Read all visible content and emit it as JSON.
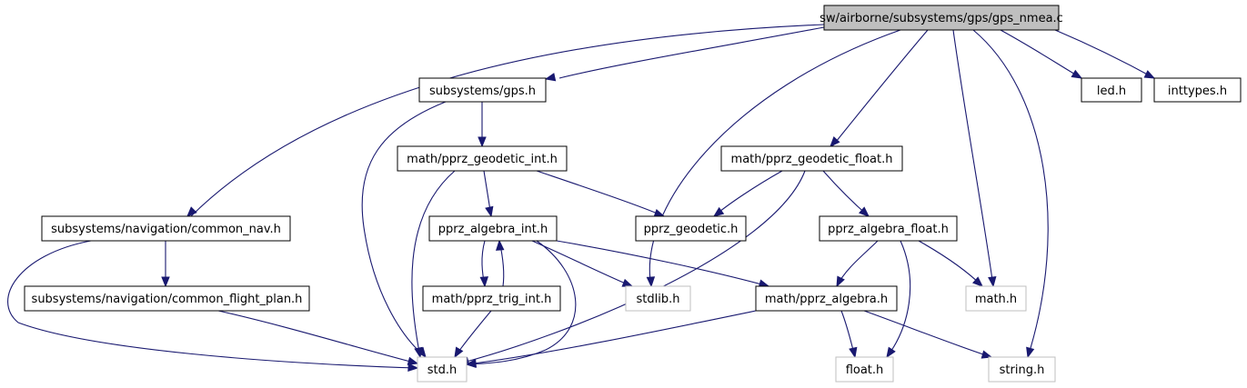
{
  "colors": {
    "edge": "#191970",
    "root_fill": "#bfbfbf",
    "node_border": "#000000",
    "system_border": "#bfbfbf",
    "background": "#ffffff"
  },
  "nodes": {
    "gps_nmea": "sw/airborne/subsystems/gps/gps_nmea.c",
    "gps_h": "subsystems/gps.h",
    "led_h": "led.h",
    "inttypes_h": "inttypes.h",
    "geodetic_int": "math/pprz_geodetic_int.h",
    "geodetic_float": "math/pprz_geodetic_float.h",
    "common_nav": "subsystems/navigation/common_nav.h",
    "algebra_int": "pprz_algebra_int.h",
    "geodetic_h": "pprz_geodetic.h",
    "algebra_float": "pprz_algebra_float.h",
    "common_flight_plan": "subsystems/navigation/common_flight_plan.h",
    "trig_int": "math/pprz_trig_int.h",
    "stdlib_h": "stdlib.h",
    "algebra_h": "math/pprz_algebra.h",
    "math_h": "math.h",
    "std_h": "std.h",
    "float_h": "float.h",
    "string_h": "string.h"
  }
}
